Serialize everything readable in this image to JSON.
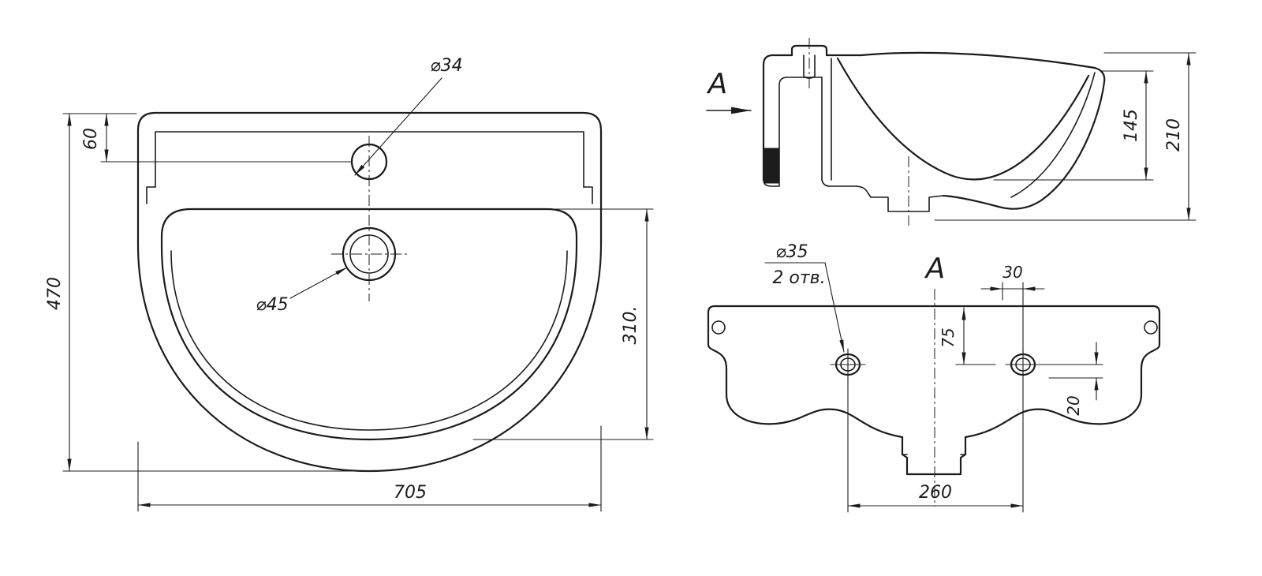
{
  "views": {
    "top": {
      "dim_height": "470",
      "dim_rim_offset": "60",
      "faucet_hole_label": "⌀34",
      "drain_label": "⌀45",
      "dim_bowl_depth": "310.",
      "dim_width": "705"
    },
    "side": {
      "section_arrow_label": "A",
      "dim_inner_depth": "145",
      "dim_overall_height": "210"
    },
    "rear": {
      "view_label": "A",
      "holes_diameter": "⌀35",
      "holes_count": "2 отв.",
      "dim_hole_offset": "30",
      "dim_hole_from_top": "75",
      "dim_step": "20",
      "dim_hole_spacing": "260"
    }
  }
}
